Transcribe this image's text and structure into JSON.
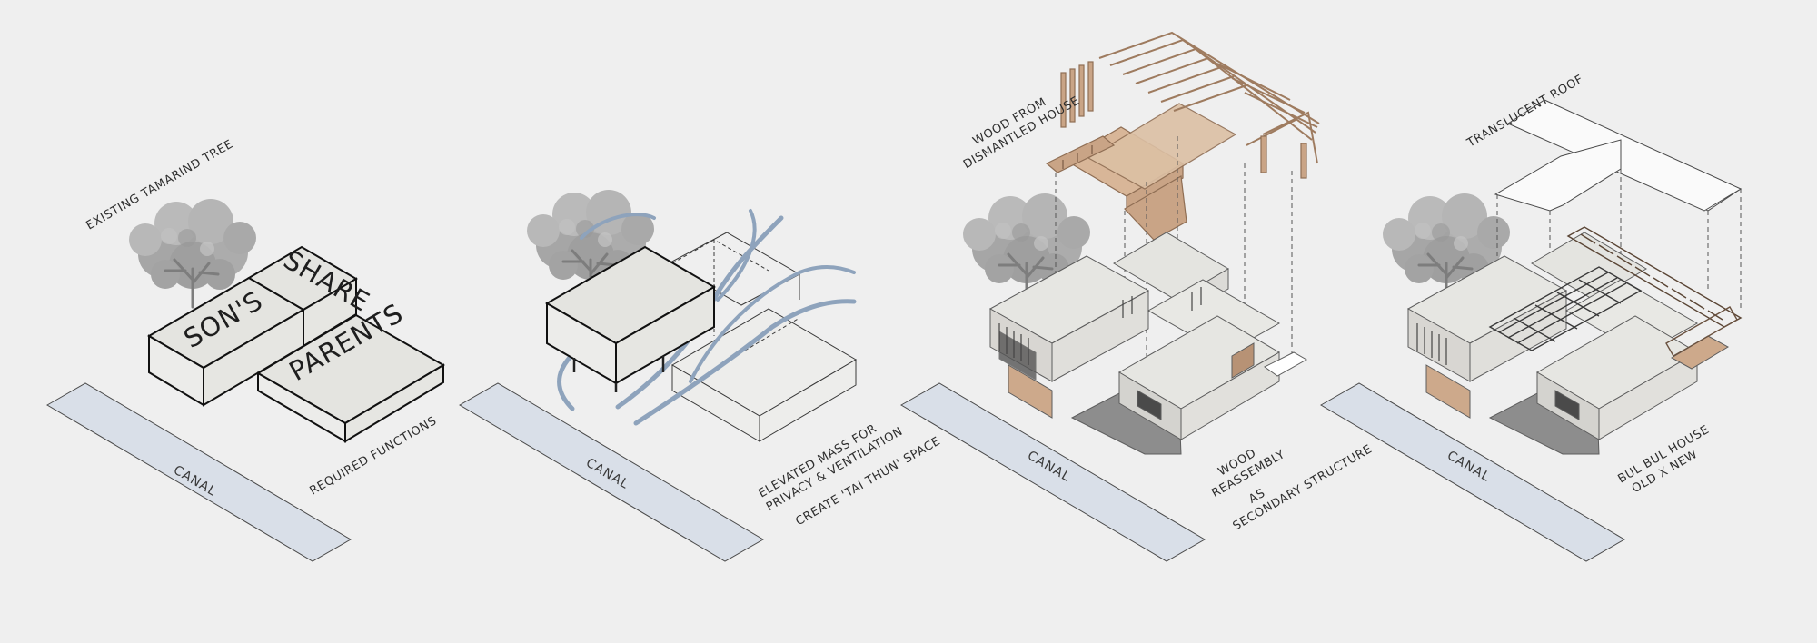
{
  "colors": {
    "background": "#efefef",
    "canal": "#d9dfe8",
    "mass_top": "#e4e4e0",
    "mass_side": "#ebebe7",
    "wood": "#c9a486",
    "wood_dark": "#9e7b5f",
    "airflow": "#8ea3bc",
    "tree": "#a9a9a9"
  },
  "icons": [
    "tamarind-tree-icon",
    "airflow-arrow-icon"
  ],
  "panels": [
    {
      "canal_label": "CANAL",
      "top_label_lines": [
        "EXISTING TAMARIND TREE"
      ],
      "bottom_label_lines": [
        "REQUIRED FUNCTIONS"
      ],
      "mass_labels": [
        "SON'S",
        "SHARE",
        "PARENTS"
      ]
    },
    {
      "canal_label": "CANAL",
      "top_label_lines": [],
      "bottom_label_lines": [
        "ELEVATED MASS FOR",
        "PRIVACY & VENTILATION",
        "CREATE 'TAI THUN' SPACE"
      ]
    },
    {
      "canal_label": "CANAL",
      "top_label_lines": [
        "WOOD FROM",
        "DISMANTLED HOUSE"
      ],
      "bottom_label_lines": [
        "WOOD",
        "REASSEMBLY",
        "AS",
        "SECONDARY STRUCTURE"
      ]
    },
    {
      "canal_label": "CANAL",
      "top_label_lines": [
        "TRANSLUCENT ROOF"
      ],
      "bottom_label_lines": [
        "BUL BUL HOUSE",
        "OLD X NEW"
      ]
    }
  ]
}
